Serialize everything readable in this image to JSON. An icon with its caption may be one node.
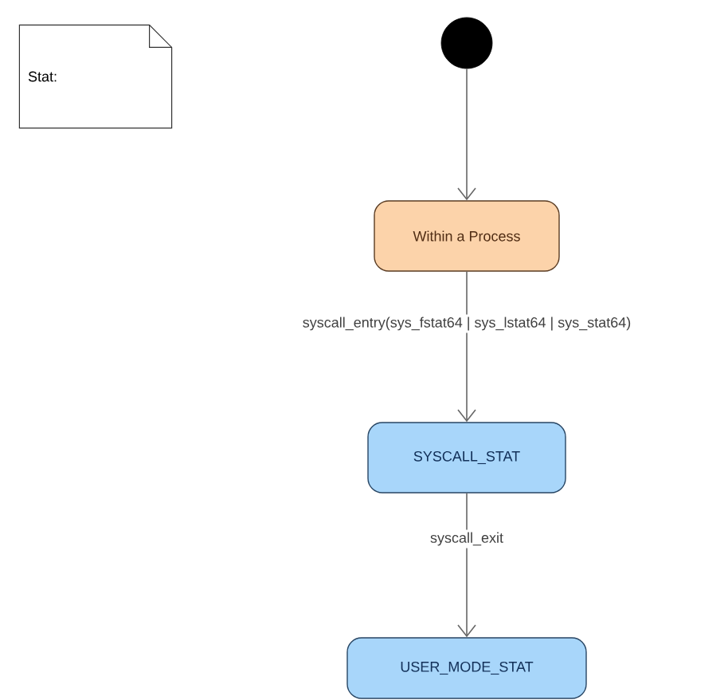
{
  "diagram": {
    "nodes": [
      {
        "text": [
          "Stat:"
        ]
      },
      {
        "text": [],
        "shape": "circle"
      },
      {
        "text": [
          "Within a Process"
        ]
      },
      {
        "text": [
          "SYSCALL_STAT"
        ]
      },
      {
        "text": [
          "USER_MODE_STAT"
        ]
      }
    ],
    "edges": [
      {
        "from": 1,
        "to": 2,
        "arrow": "to"
      },
      {
        "from": 2,
        "to": 3,
        "arrow": "to",
        "label": "syscall_entry(sys_fstat64 | sys_lstat64 | sys_stat64)"
      },
      {
        "from": 3,
        "to": 4,
        "arrow": "to",
        "label": "syscall_exit"
      }
    ]
  }
}
